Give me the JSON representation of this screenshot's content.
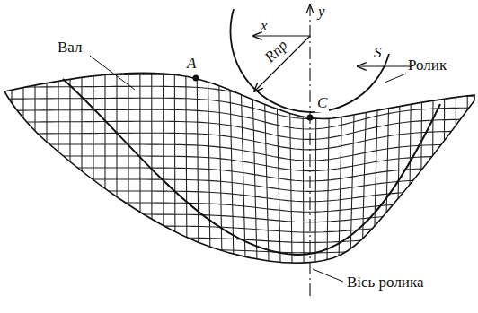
{
  "diagram": {
    "labels": [
      "Вал",
      "A",
      "y",
      "x",
      "Rпр",
      "S",
      "Ролик",
      "C",
      "Вісь ролика"
    ]
  }
}
